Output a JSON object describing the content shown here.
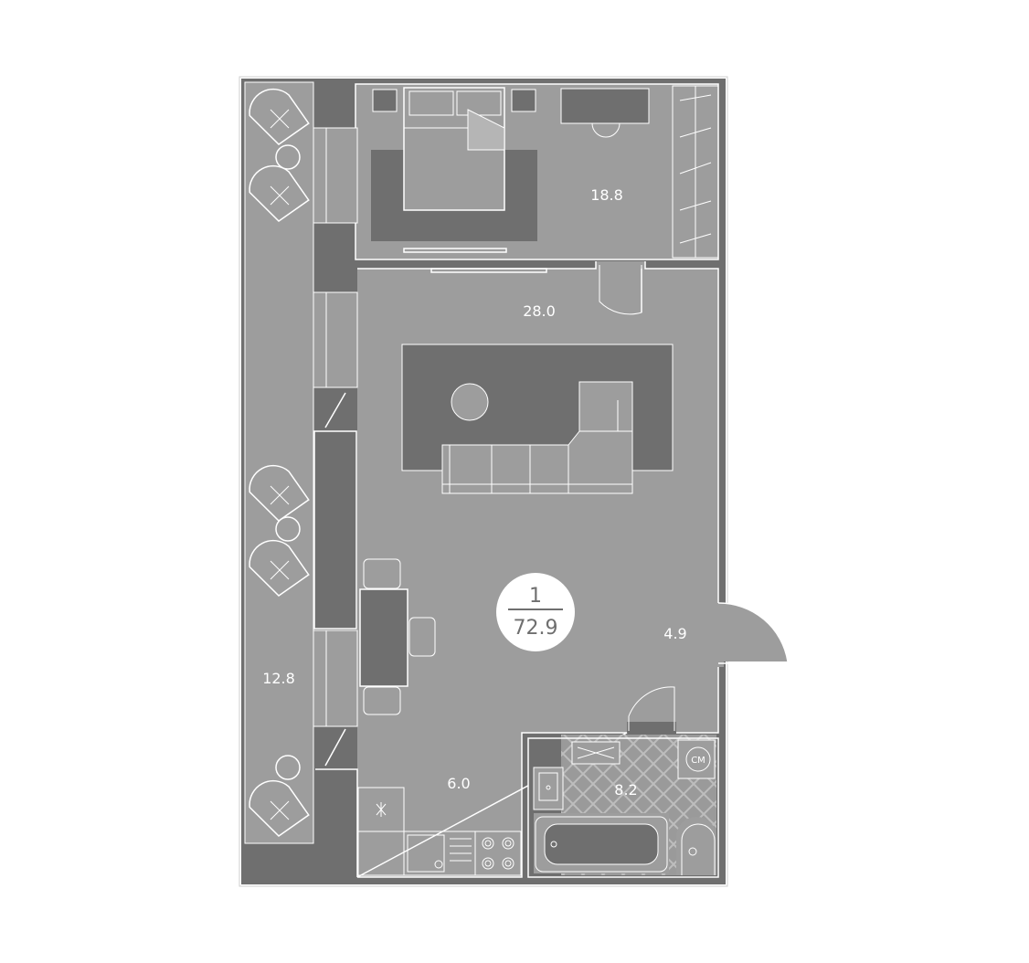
{
  "plan": {
    "rooms": [
      {
        "id": "bedroom",
        "area": "18.8"
      },
      {
        "id": "living",
        "area": "28.0"
      },
      {
        "id": "hall",
        "area": "4.9"
      },
      {
        "id": "balcony",
        "area": "12.8"
      },
      {
        "id": "kitchen",
        "area": "6.0"
      },
      {
        "id": "bathroom",
        "area": "8.2"
      }
    ],
    "badge": {
      "rooms": "1",
      "total_area": "72.9"
    },
    "washer_label": "CM"
  },
  "colors": {
    "wall": "#6f6f6f",
    "floor": "#9d9d9d",
    "lines": "#ffffff",
    "background": "#ffffff"
  }
}
